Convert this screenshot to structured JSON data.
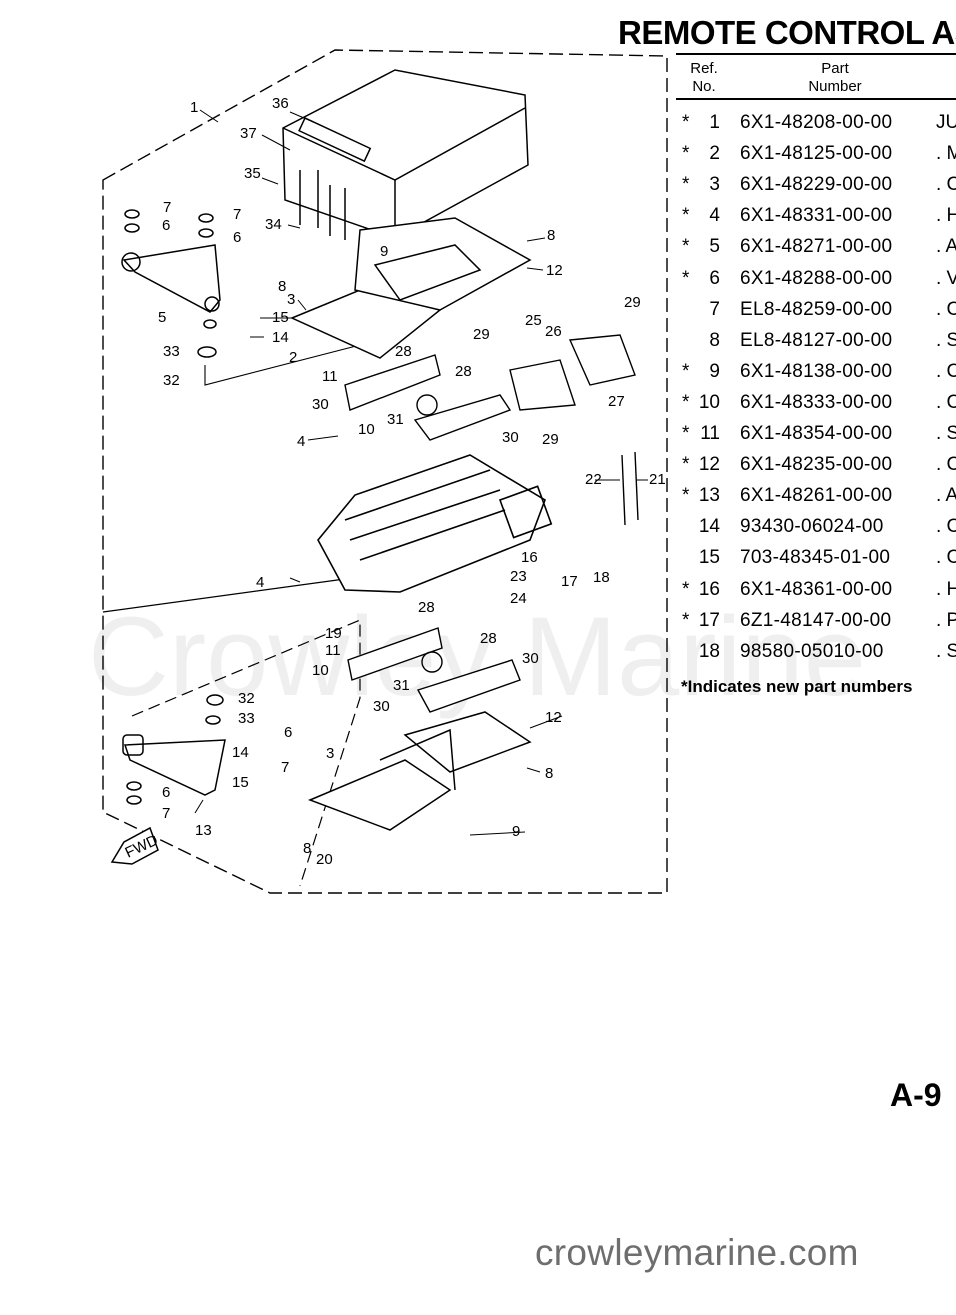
{
  "title": "REMOTE CONTROL AS",
  "table": {
    "headers": {
      "ref": "Ref.\nNo.",
      "part": "Part\nNumber"
    },
    "rows": [
      {
        "star": "*",
        "ref": "1",
        "part_number": "6X1-48208-00-00",
        "desc": "JU"
      },
      {
        "star": "*",
        "ref": "2",
        "part_number": "6X1-48125-00-00",
        "desc": ". M"
      },
      {
        "star": "*",
        "ref": "3",
        "part_number": "6X1-48229-00-00",
        "desc": ". C"
      },
      {
        "star": "*",
        "ref": "4",
        "part_number": "6X1-48331-00-00",
        "desc": ". H"
      },
      {
        "star": "*",
        "ref": "5",
        "part_number": "6X1-48271-00-00",
        "desc": ". A"
      },
      {
        "star": "*",
        "ref": "6",
        "part_number": "6X1-48288-00-00",
        "desc": ". V"
      },
      {
        "star": "",
        "ref": "7",
        "part_number": "EL8-48259-00-00",
        "desc": ". C"
      },
      {
        "star": "",
        "ref": "8",
        "part_number": "EL8-48127-00-00",
        "desc": ". S"
      },
      {
        "star": "*",
        "ref": "9",
        "part_number": "6X1-48138-00-00",
        "desc": ". C"
      },
      {
        "star": "*",
        "ref": "10",
        "part_number": "6X1-48333-00-00",
        "desc": ". C"
      },
      {
        "star": "*",
        "ref": "11",
        "part_number": "6X1-48354-00-00",
        "desc": ". S"
      },
      {
        "star": "*",
        "ref": "12",
        "part_number": "6X1-48235-00-00",
        "desc": ". C"
      },
      {
        "star": "*",
        "ref": "13",
        "part_number": "6X1-48261-00-00",
        "desc": ". A"
      },
      {
        "star": "",
        "ref": "14",
        "part_number": "93430-06024-00",
        "desc": ". C"
      },
      {
        "star": "",
        "ref": "15",
        "part_number": "703-48345-01-00",
        "desc": ". C"
      },
      {
        "star": "*",
        "ref": "16",
        "part_number": "6X1-48361-00-00",
        "desc": ". H"
      },
      {
        "star": "*",
        "ref": "17",
        "part_number": "6Z1-48147-00-00",
        "desc": ". P"
      },
      {
        "star": "",
        "ref": "18",
        "part_number": "98580-05010-00",
        "desc": ". S"
      }
    ]
  },
  "footnote": "*Indicates new part numbers",
  "page_number": "A-9",
  "watermark": "Crowley Marine",
  "site": "crowleymarine.com",
  "diagram": {
    "fwd_label": "FWD",
    "callouts": [
      {
        "id": "c1",
        "text": "1"
      },
      {
        "id": "c36",
        "text": "36"
      },
      {
        "id": "c37",
        "text": "37"
      },
      {
        "id": "c35",
        "text": "35"
      },
      {
        "id": "c34",
        "text": "34"
      },
      {
        "id": "c7a",
        "text": "7"
      },
      {
        "id": "c6a",
        "text": "6"
      },
      {
        "id": "c7b",
        "text": "7"
      },
      {
        "id": "c6b",
        "text": "6"
      },
      {
        "id": "c5",
        "text": "5"
      },
      {
        "id": "c33a",
        "text": "33"
      },
      {
        "id": "c32a",
        "text": "32"
      },
      {
        "id": "c8a",
        "text": "8"
      },
      {
        "id": "c15a",
        "text": "15"
      },
      {
        "id": "c14a",
        "text": "14"
      },
      {
        "id": "c2",
        "text": "2"
      },
      {
        "id": "c3a",
        "text": "3"
      },
      {
        "id": "c9a",
        "text": "9"
      },
      {
        "id": "c8b",
        "text": "8"
      },
      {
        "id": "c12a",
        "text": "12"
      },
      {
        "id": "c11a",
        "text": "11"
      },
      {
        "id": "c28a",
        "text": "28"
      },
      {
        "id": "c30a",
        "text": "30"
      },
      {
        "id": "c28b",
        "text": "28"
      },
      {
        "id": "c10a",
        "text": "10"
      },
      {
        "id": "c31a",
        "text": "31"
      },
      {
        "id": "c30b",
        "text": "30"
      },
      {
        "id": "c29a",
        "text": "29"
      },
      {
        "id": "c25",
        "text": "25"
      },
      {
        "id": "c26",
        "text": "26"
      },
      {
        "id": "c29b",
        "text": "29"
      },
      {
        "id": "c27",
        "text": "27"
      },
      {
        "id": "c29c",
        "text": "29"
      },
      {
        "id": "c4a",
        "text": "4"
      },
      {
        "id": "c22",
        "text": "22"
      },
      {
        "id": "c21",
        "text": "21"
      },
      {
        "id": "c16",
        "text": "16"
      },
      {
        "id": "c17",
        "text": "17"
      },
      {
        "id": "c18",
        "text": "18"
      },
      {
        "id": "c23",
        "text": "23"
      },
      {
        "id": "c24",
        "text": "24"
      },
      {
        "id": "c4b",
        "text": "4"
      },
      {
        "id": "c28c",
        "text": "28"
      },
      {
        "id": "c19",
        "text": "19"
      },
      {
        "id": "c11b",
        "text": "11"
      },
      {
        "id": "c28d",
        "text": "28"
      },
      {
        "id": "c10b",
        "text": "10"
      },
      {
        "id": "c30c",
        "text": "30"
      },
      {
        "id": "c31b",
        "text": "31"
      },
      {
        "id": "c30d",
        "text": "30"
      },
      {
        "id": "c32b",
        "text": "32"
      },
      {
        "id": "c33b",
        "text": "33"
      },
      {
        "id": "c6c",
        "text": "6"
      },
      {
        "id": "c14b",
        "text": "14"
      },
      {
        "id": "c7c",
        "text": "7"
      },
      {
        "id": "c15b",
        "text": "15"
      },
      {
        "id": "c6d",
        "text": "6"
      },
      {
        "id": "c7d",
        "text": "7"
      },
      {
        "id": "c13",
        "text": "13"
      },
      {
        "id": "c12b",
        "text": "12"
      },
      {
        "id": "c3b",
        "text": "3"
      },
      {
        "id": "c8c",
        "text": "8"
      },
      {
        "id": "c9b",
        "text": "9"
      },
      {
        "id": "c8d",
        "text": "8"
      },
      {
        "id": "c20",
        "text": "20"
      }
    ]
  }
}
